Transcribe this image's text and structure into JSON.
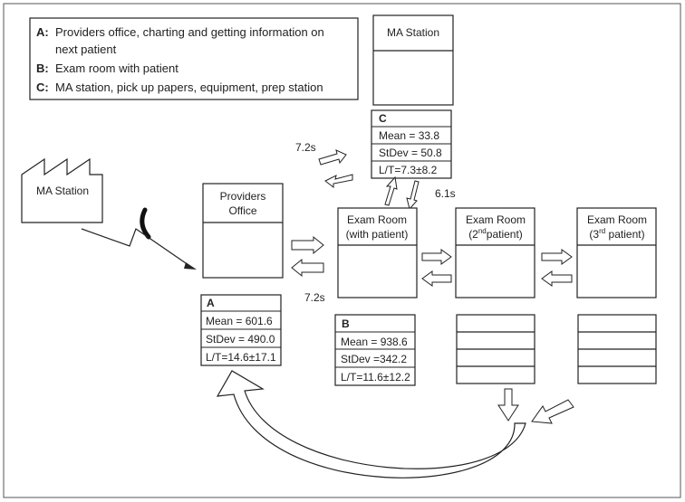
{
  "legend": [
    {
      "key": "A:",
      "lines": [
        "Providers office, charting and getting information on",
        "next patient"
      ]
    },
    {
      "key": "B:",
      "lines": [
        "Exam room with patient"
      ]
    },
    {
      "key": "C:",
      "lines": [
        "MA station, pick up papers, equipment, prep station"
      ]
    }
  ],
  "ma_station_factory": {
    "label": "MA Station"
  },
  "ma_station_top": {
    "label": "MA Station"
  },
  "providers_office": {
    "line1": "Providers",
    "line2": "Office"
  },
  "exam_room_1": {
    "line1": "Exam Room",
    "line2": "(with patient)"
  },
  "exam_room_2": {
    "line1": "Exam Room",
    "line2_pre": "(2",
    "line2_sup": "nd",
    "line2_post": "patient)"
  },
  "exam_room_3": {
    "line1": "Exam Room",
    "line2_pre": "(3",
    "line2_sup": "rd",
    "line2_post": " patient)"
  },
  "data_box_a": {
    "title": "A",
    "mean": "Mean = 601.6",
    "stdev": "StDev = 490.0",
    "lt": "L/T=14.6±17.1"
  },
  "data_box_b": {
    "title": "B",
    "mean": "Mean = 938.6",
    "stdev": "StDev =342.2",
    "lt": "L/T=11.6±12.2"
  },
  "data_box_c": {
    "title": "C",
    "mean": "Mean = 33.8",
    "stdev": "StDev = 50.8",
    "lt": "L/T=7.3±8.2"
  },
  "time_labels": {
    "left_top": "7.2s",
    "right_c": "6.1s",
    "left_bottom": "7.2s"
  }
}
